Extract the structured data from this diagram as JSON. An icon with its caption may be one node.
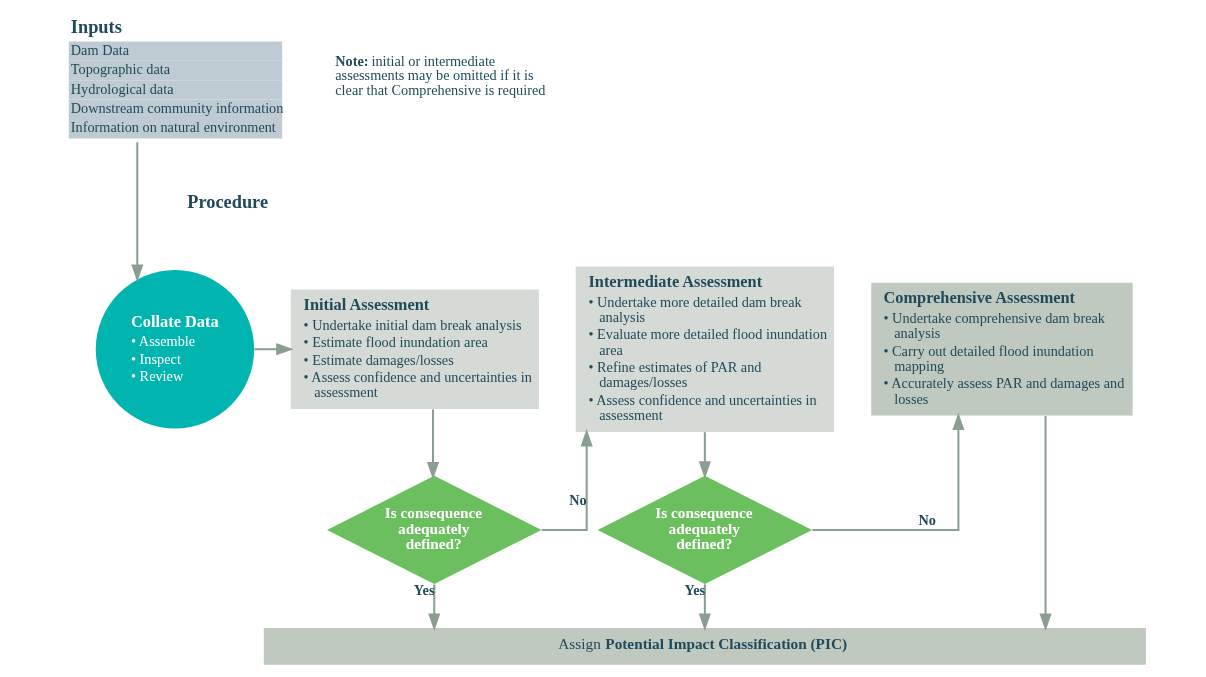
{
  "diagram": {
    "nodes": [
      {
        "text": [
          "Inputs",
          "Dam Data",
          "Topographic data",
          "Hydrological data",
          "Downstream community information",
          "Information on natural environment"
        ]
      },
      {
        "text": [
          "Collate Data",
          "• Assemble",
          "• Inspect",
          "• Review"
        ]
      },
      {
        "text": [
          "Initial Assessment",
          "• Undertake initial dam break analysis",
          "• Estimate flood inundation area",
          "• Estimate damages/losses",
          "• Assess confidence and uncertainties in assessment"
        ]
      },
      {
        "text": [
          "Is consequence adequately defined?"
        ]
      },
      {
        "text": [
          "Intermediate Assessment",
          "• Undertake more detailed dam break analysis",
          "• Evaluate more detailed flood inundation area",
          "• Refine estimates of PAR and damages/losses",
          "• Assess confidence and uncertainties in assessment"
        ]
      },
      {
        "text": [
          "Is consequence adequately defined?"
        ]
      },
      {
        "text": [
          "Comprehensive Assessment",
          "• Undertake comprehensive dam break analysis",
          "• Carry out detailed flood inundation mapping",
          "• Accurately assess PAR and damages and losses"
        ]
      },
      {
        "text": [
          "Assign **Potential Impact Classification (PIC)**"
        ]
      }
    ],
    "edges": [
      {
        "from": 0,
        "to": 1,
        "arrow": "to"
      },
      {
        "from": 1,
        "to": 2,
        "arrow": "to"
      },
      {
        "from": 2,
        "to": 3,
        "arrow": "to"
      },
      {
        "from": 3,
        "to": 4,
        "arrow": "to",
        "label": "No"
      },
      {
        "from": 4,
        "to": 5,
        "arrow": "to"
      },
      {
        "from": 5,
        "to": 6,
        "arrow": "to",
        "label": "No"
      },
      {
        "from": 3,
        "to": 7,
        "arrow": "to",
        "label": "Yes"
      },
      {
        "from": 5,
        "to": 7,
        "arrow": "to",
        "label": "Yes"
      },
      {
        "from": 6,
        "to": 7,
        "arrow": "to"
      }
    ],
    "labels": [
      "Procedure",
      "**Note:** initial or intermediate assessments may be omitted if it is clear that Comprehensive is required"
    ]
  }
}
